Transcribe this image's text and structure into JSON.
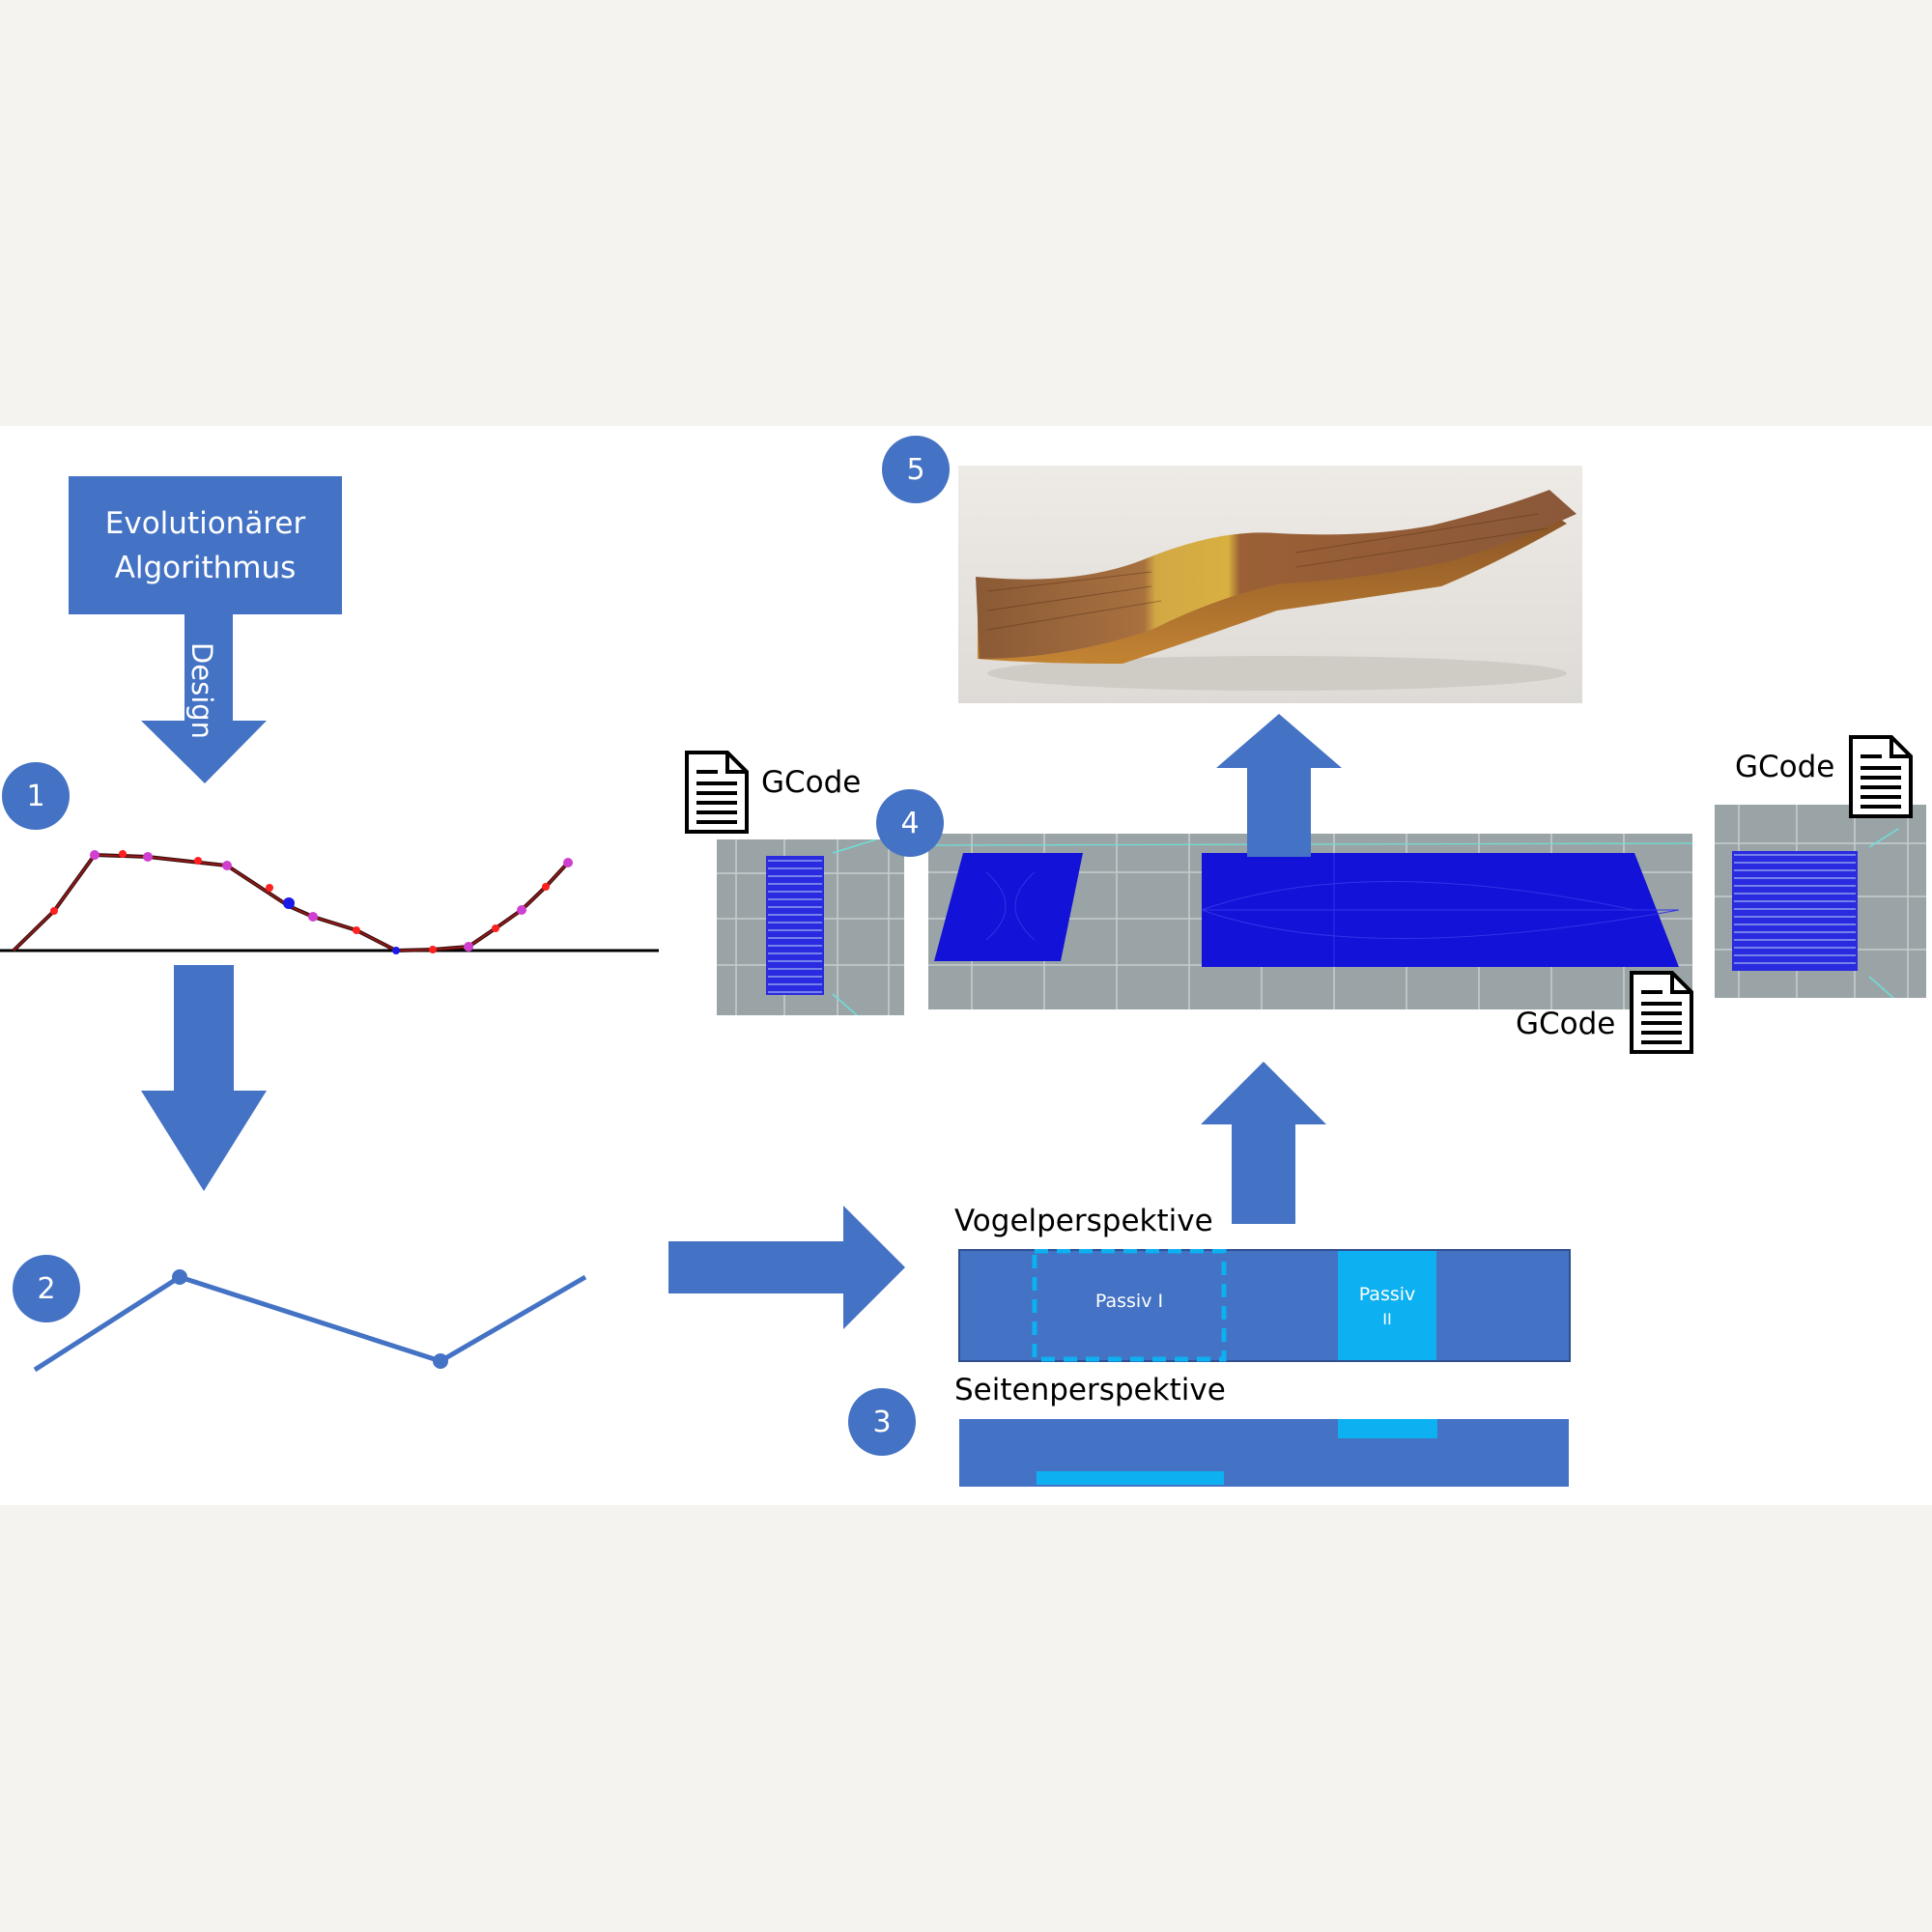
{
  "evolutionary_algorithm": {
    "line1": "Evolutionärer",
    "line2": "Algorithmus"
  },
  "design_label": "Design",
  "steps": [
    "1",
    "2",
    "3",
    "4",
    "5"
  ],
  "gcode_label": "GCode",
  "views": {
    "top": "Vogelperspektive",
    "side": "Seitenperspektive"
  },
  "regions": {
    "passive1": "Passiv I",
    "passive2_line1": "Passiv",
    "passive2_line2": "II"
  },
  "colors": {
    "accent": "#4472c4",
    "light_blue": "#0db0f0",
    "print_blue": "#1010d8",
    "bed_grey": "#9aa4a6"
  },
  "icons": [
    "document-icon"
  ]
}
